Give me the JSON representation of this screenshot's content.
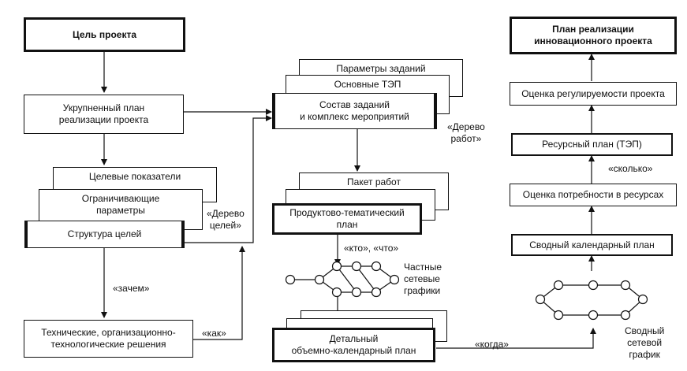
{
  "left": {
    "goal": "Цель проекта",
    "plan": [
      "Укрупненный план",
      "реализации проекта"
    ],
    "targets": "Целевые показатели",
    "limits": [
      "Ограничивающие",
      "параметры"
    ],
    "structure": "Структура целей",
    "tree_label": [
      "«Дерево",
      "целей»"
    ],
    "why_label": "«зачем»",
    "solutions": [
      "Технические, организационно-",
      "технологические решения"
    ],
    "how_label": "«как»"
  },
  "middle": {
    "task_params": "Параметры заданий",
    "main_tep": "Основные ТЭП",
    "tasks": [
      "Состав заданий",
      "и комплекс мероприятий"
    ],
    "work_tree_label": [
      "«Дерево",
      "работ»"
    ],
    "work_package": "Пакет работ",
    "thematic_plan": [
      "Продуктово-тематический",
      "план"
    ],
    "who_what_label": "«кто», «что»",
    "partial_networks": [
      "Частные",
      "сетевые",
      "графики"
    ],
    "detailed_plan": [
      "Детальный",
      "объемно-календарный план"
    ],
    "when_label": "«когда»"
  },
  "right": {
    "final_plan": [
      "План реализации",
      "инновационного проекта"
    ],
    "regulation": "Оценка регулируемости проекта",
    "resource_plan": "Ресурсный план (ТЭП)",
    "how_much_label": "«сколько»",
    "needs": "Оценка потребности в ресурсах",
    "calendar": "Сводный календарный план",
    "network_label": [
      "Сводный",
      "сетевой",
      "график"
    ]
  }
}
